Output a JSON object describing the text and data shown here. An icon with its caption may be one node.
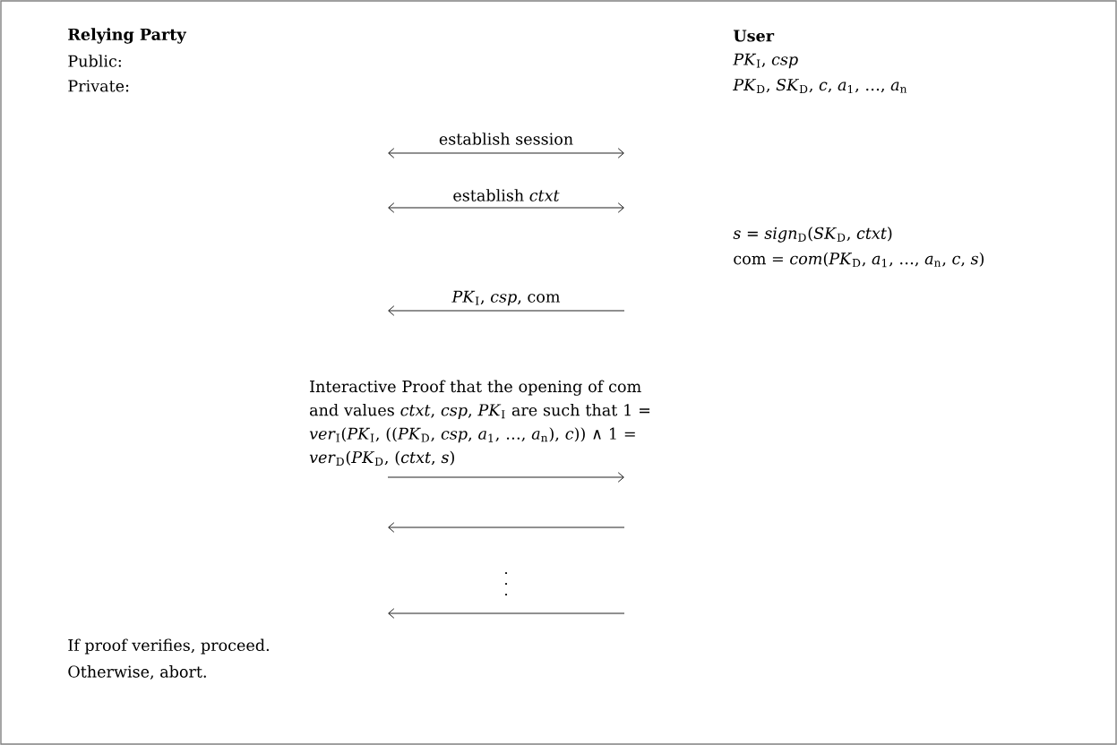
{
  "diagram": {
    "labels": [
      "Relying Party",
      "User",
      "Public:",
      "*PK*$_{I}$, *csp*",
      "Private:",
      "*PK*$_{D}$, *SK*$_{D}$, *c*, *a*$_{1}$, …, *a*$_{n}$",
      "establish session",
      "establish *ctxt*",
      "*s* = *sign*$_{D}$(*SK*$_{D}$, *ctxt*)",
      "com = *com*(*PK*$_{D}$, *a*$_{1}$, …, *a*$_{n}$, *c*, *s*)",
      "*PK*$_{I}$, *csp*, com",
      "Interactive Proof that the opening of com and values *ctxt*, *csp*, *PK*$_{I}$ are such that 1 = *ver*$_{I}$(*PK*$_{I}$, ((*PK*$_{D}$, *csp*, *a*$_{1}$, …, *a*$_{n}$), *c*)) ∧ 1 = *ver*$_{D}$(*PK*$_{D}$, (*ctxt*, *s*)",
      "If proof verifies, proceed.",
      "Otherwise, abort."
    ]
  }
}
